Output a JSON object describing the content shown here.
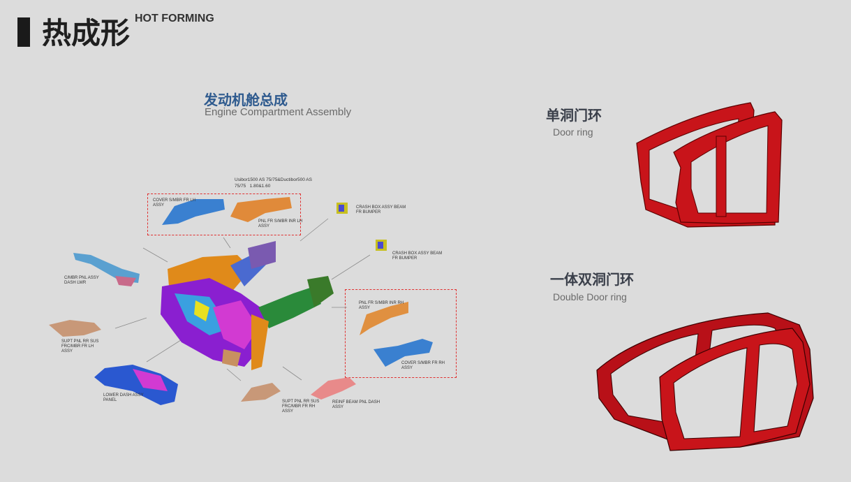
{
  "header": {
    "title_cn": "热成形",
    "title_en": "HOT FORMING"
  },
  "engine": {
    "title_cn": "发动机舱总成",
    "title_en": "Engine Compartment Assembly",
    "material_note_1": "Usibor1500 AS 75/75&Ductibor500 AS",
    "material_note_2": "75/75   1.80&1.60",
    "labels": {
      "cover_lh": "COVER S/MBR FR LH\nASSY",
      "pnl_lh": "PNL FR S/MBR INR LH\nASSY",
      "crash_1": "CRASH BOX ASSY BEAM\nFR BUMPER",
      "crash_2": "CRASH BOX ASSY BEAM\nFR BUMPER",
      "cmbr": "C/MBR PNL ASSY\nDASH LWR",
      "pnl_rh": "PNL FR S/MBR INR RH\nASSY",
      "supt_lh": "SUPT PNL RR SUS\nFRC/MBR FR LH\nASSY",
      "cover_rh": "COVER S/MBR FR RH\nASSY",
      "lower_dash": "LOWER DASH ASSY\nPANEL",
      "supt_rh": "SUPT PNL RR SUS\nFRC/MBR FR RH\nASSY",
      "reinf": "REINF BEAM PNL DASH\nASSY"
    }
  },
  "door_ring": {
    "title_cn": "单洞门环",
    "title_en": "Door ring"
  },
  "double_ring": {
    "title_cn": "一体双洞门环",
    "title_en": "Double Door ring"
  },
  "colors": {
    "title_blue": "#2e5a8e",
    "sub_gray": "#6a6a6a",
    "ring_red": "#c8141a",
    "dash_red": "#e03030"
  }
}
